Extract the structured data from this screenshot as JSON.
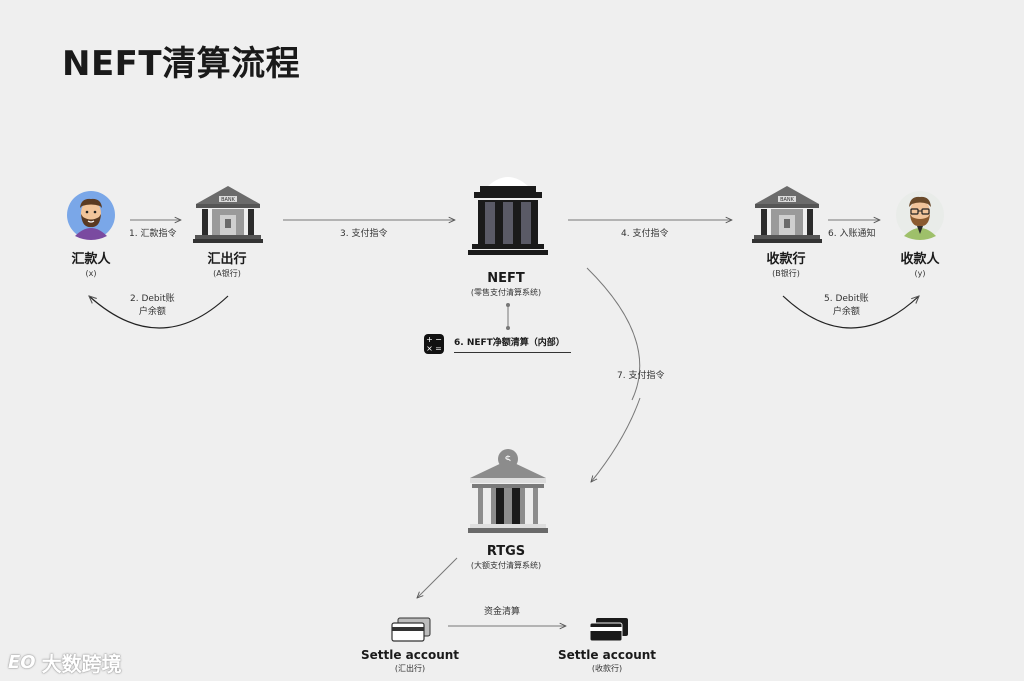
{
  "title": "NEFT清算流程",
  "nodes": {
    "remitter": {
      "name": "汇款人",
      "sub": "(x)"
    },
    "remitting_bank": {
      "name": "汇出行",
      "sub": "(A银行)"
    },
    "neft": {
      "name": "NEFT",
      "sub": "(零售支付清算系统)"
    },
    "beneficiary_bank": {
      "name": "收款行",
      "sub": "(B银行)"
    },
    "beneficiary": {
      "name": "收款人",
      "sub": "(y)"
    },
    "rtgs": {
      "name": "RTGS",
      "sub": "(大额支付清算系统)"
    },
    "settle_a": {
      "name": "Settle account",
      "sub": "(汇出行)"
    },
    "settle_b": {
      "name": "Settle account",
      "sub": "(收款行)"
    }
  },
  "steps": {
    "s1": "1. 汇款指令",
    "s2a": "2. Debit账",
    "s2b": "户余额",
    "s3": "3. 支付指令",
    "s4": "4. 支付指令",
    "s5a": "5. Debit账",
    "s5b": "户余额",
    "s6in": "6. 入账通知",
    "s6net": "6. NEFT净额清算（内部）",
    "s7": "7. 支付指令",
    "funds": "资金清算"
  },
  "bank_sign": "BANK",
  "bank_sign_b": "BANK",
  "calc_symbols": [
    "+",
    "−",
    "×",
    "="
  ],
  "currency_symbol": "$",
  "watermark": {
    "logo": "EO",
    "text": "大数跨境"
  },
  "colors": {
    "background": "#efefef",
    "dark": "#1a1a1a",
    "bank_gray": "#6b6b6b",
    "arrow": "#555555",
    "avatar_blue": "#7aa7e8",
    "avatar_green": "#9ec06a"
  }
}
